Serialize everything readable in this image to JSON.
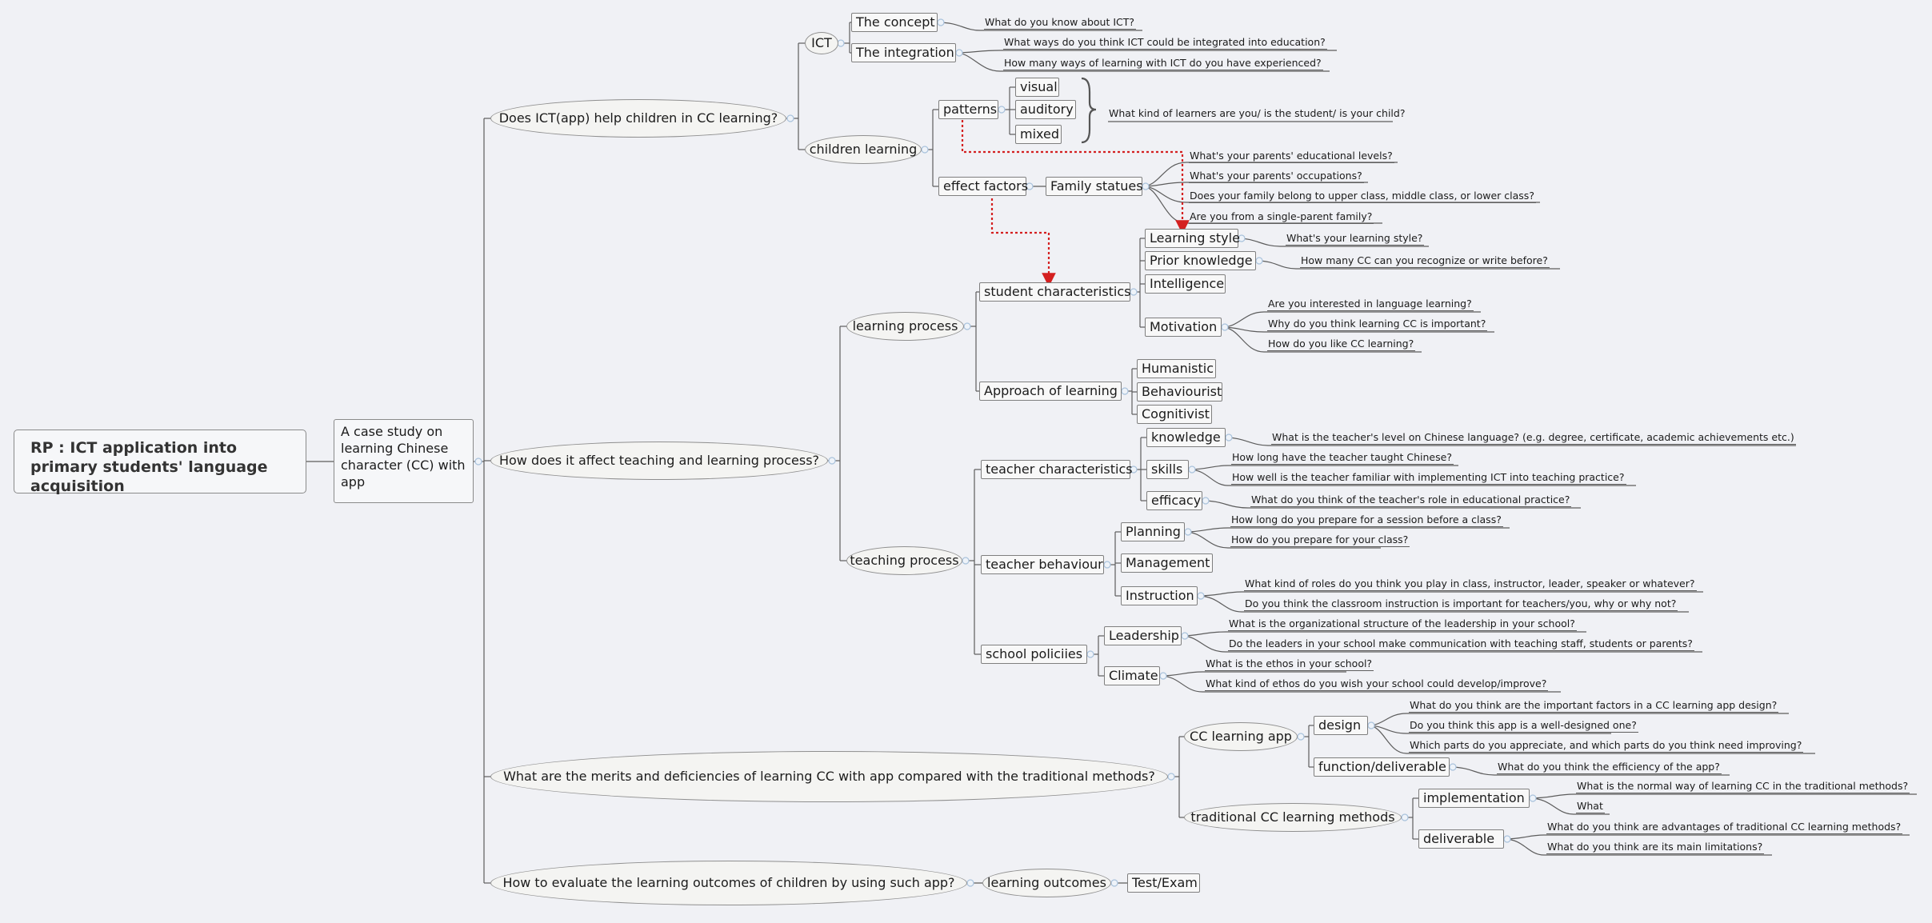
{
  "root": {
    "title": "RP : ICT application into primary students' language acquisition"
  },
  "center": {
    "title": "A case study on learning Chinese character (CC) with app"
  },
  "branches": {
    "b1": "Does ICT(app) help children in CC learning?",
    "b2": "How does it affect teaching and learning process?",
    "b3": "What are the merits and deficiencies of learning CC with app compared with the traditional methods?",
    "b4": "How to evaluate the learning outcomes of children by using such app?"
  },
  "nodes": {
    "ict": "ICT",
    "concept": "The concept",
    "integration": "The integration",
    "children_learning": "children learning",
    "patterns": "patterns",
    "visual": "visual",
    "auditory": "auditory",
    "mixed": "mixed",
    "effect_factors": "effect factors",
    "family": "Family statues",
    "learning_process": "learning process",
    "student_char": "student characteristics",
    "learning_style": "Learning style",
    "prior_knowledge": "Prior knowledge",
    "intelligence": "Intelligence",
    "motivation": "Motivation",
    "approach": "Approach of learning",
    "humanistic": "Humanistic",
    "behaviourist": "Behaviourist",
    "cognitivist": "Cognitivist",
    "teaching_process": "teaching process",
    "teacher_char": "teacher characteristics",
    "knowledge": "knowledge",
    "skills": "skills",
    "efficacy": "efficacy",
    "teacher_behaviour": "teacher behaviour",
    "planning": "Planning",
    "management": "Management",
    "instruction": "Instruction",
    "school_policies": "school policiies",
    "leadership": "Leadership",
    "climate": "Climate",
    "cc_app": "CC learning app",
    "design": "design",
    "function": "function/deliverable",
    "traditional": "traditional CC learning methods",
    "implementation": "implementation",
    "deliverable": "deliverable",
    "outcomes": "learning outcomes",
    "test": "Test/Exam"
  },
  "questions": {
    "q_concept": "What do you know about ICT?",
    "q_integ1": "What ways do you think ICT could be integrated into education?",
    "q_integ2": "How many ways of learning with ICT do you have experienced?",
    "q_learner": "What kind of learners are you/ is the student/ is your child?",
    "q_fam1": "What's your parents' educational levels?",
    "q_fam2": "What's your parents' occupations?",
    "q_fam3": "Does your family belong to upper class, middle class, or lower class?",
    "q_fam4": "Are you from a single-parent family?",
    "q_style": "What's your learning style?",
    "q_prior": "How many CC can you recognize or write before?",
    "q_mot1": "Are you interested in language learning?",
    "q_mot2": "Why do you think learning CC is important?",
    "q_mot3": "How do you like CC learning?",
    "q_know": "What is the teacher's level on Chinese language? (e.g. degree, certificate, academic achievements etc.)",
    "q_skill1": "How long have the teacher taught Chinese?",
    "q_skill2": "How well is the teacher familiar with implementing ICT into teaching practice?",
    "q_eff": "What do you think of the teacher's role in educational practice?",
    "q_plan1": "How long do you prepare for a session before a class?",
    "q_plan2": "How do you prepare for your class?",
    "q_inst1": "What kind of roles do you think you play in class, instructor, leader, speaker or whatever?",
    "q_inst2": "Do you think the classroom instruction is important for teachers/you, why or why not?",
    "q_lead1": "What is the organizational structure of the leadership in your school?",
    "q_lead2": "Do the leaders in your school make communication with teaching staff, students or parents?",
    "q_clim1": "What is the ethos in your school?",
    "q_clim2": "What kind of ethos do you wish your school could develop/improve?",
    "q_des1": "What do you think are the important factors in a CC learning app design?",
    "q_des2": "Do you think this app is a well-designed one?",
    "q_des3": "Which parts do you appreciate, and which parts do you think need improving?",
    "q_func": "What do you think the efficiency of the app?",
    "q_impl1": "What is the normal way of learning CC in the traditional methods?",
    "q_impl2": "What",
    "q_deliv1": "What do you think are advantages of traditional CC learning methods?",
    "q_deliv2": "What do you think are its main limitations?"
  },
  "colors": {
    "line": "#5c5c5c",
    "relation": "#d42020",
    "background": "#f0f1f5",
    "collapse_marker": "#a9c2dc"
  }
}
